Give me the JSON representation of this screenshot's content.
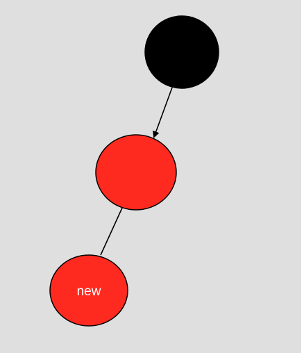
{
  "colors": {
    "background": "#dfdfdf",
    "black_node": "#000000",
    "red_node": "#ff2a1f",
    "edge": "#000000",
    "label": "#ffffff"
  },
  "nodes": [
    {
      "id": "root",
      "color": "black",
      "label": ""
    },
    {
      "id": "middle",
      "color": "red",
      "label": ""
    },
    {
      "id": "new-node",
      "color": "red",
      "label": "new"
    }
  ],
  "edges": [
    {
      "from": "root",
      "to": "middle",
      "arrow": true
    },
    {
      "from": "middle",
      "to": "new-node",
      "arrow": false
    }
  ]
}
